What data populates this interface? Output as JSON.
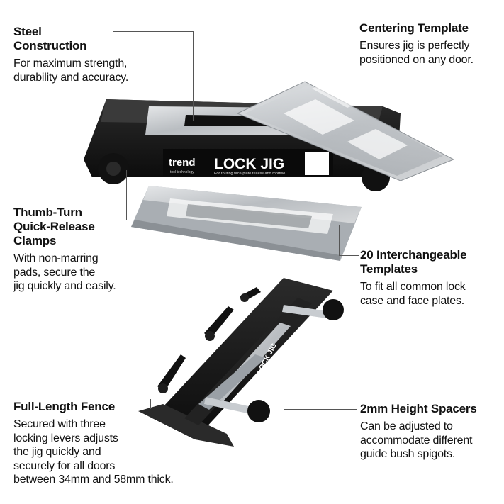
{
  "features": {
    "steel": {
      "title": "Steel\nConstruction",
      "desc": "For maximum strength,\ndurability and accuracy."
    },
    "centering": {
      "title": "Centering Template",
      "desc": "Ensures jig is perfectly\npositioned on any door."
    },
    "thumb": {
      "title": "Thumb-Turn\nQuick-Release\nClamps",
      "desc": "With non-marring\npads, secure the\njig quickly and easily."
    },
    "templates": {
      "title": "20 Interchangeable\nTemplates",
      "desc": "To fit all common lock\ncase and face plates."
    },
    "fence": {
      "title": "Full-Length Fence",
      "desc": "Secured with three\nlocking levers adjusts\nthe jig quickly and\nsecurely for all doors\nbetween 34mm and 58mm thick."
    },
    "spacers": {
      "title": "2mm Height Spacers",
      "desc": "Can be adjusted to\naccommodate different\nguide bush spigots."
    }
  },
  "product": {
    "brand": "trend",
    "brand_sub": "tool technology",
    "name": "LOCK JIG",
    "tagline": "For routing face-plate recess and mortise",
    "fence_label": "LOCK JIG"
  },
  "colors": {
    "jig_body": "#1a1a1a",
    "template_metal": "#c9cccf",
    "callout_line": "#555555"
  }
}
